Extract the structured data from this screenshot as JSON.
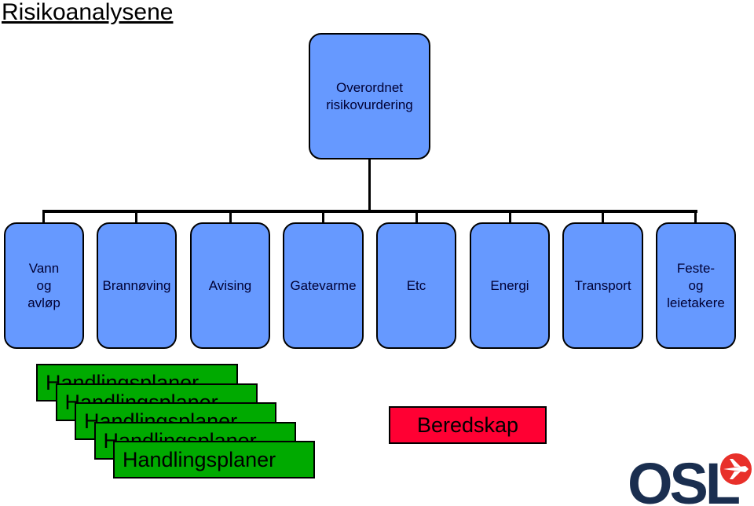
{
  "page": {
    "title": "Risikoanalysene"
  },
  "diagram": {
    "root": {
      "line1": "Overordnet",
      "line2": "risikovurdering"
    },
    "children": [
      {
        "lines": [
          "Vann",
          "og",
          "avløp"
        ]
      },
      {
        "lines": [
          "Brannøving"
        ]
      },
      {
        "lines": [
          "Avising"
        ]
      },
      {
        "lines": [
          "Gatevarme"
        ]
      },
      {
        "lines": [
          "Etc"
        ]
      },
      {
        "lines": [
          "Energi"
        ]
      },
      {
        "lines": [
          "Transport"
        ]
      },
      {
        "lines": [
          "Feste-",
          "og",
          "leietakere"
        ]
      }
    ],
    "handling_stack": [
      "Handlingsplaner",
      "Handlingsplaner",
      "Handlingsplaner",
      "Handlingsplaner",
      "Handlingsplaner"
    ],
    "beredskap": "Beredskap"
  },
  "logo": {
    "text": "OSL",
    "name": "osl-logo",
    "accent": "#e8302a",
    "primary": "#1a2e4f"
  },
  "colors": {
    "box": "#6699ff",
    "handling": "#00aa00",
    "beredskap": "#ff0033"
  }
}
